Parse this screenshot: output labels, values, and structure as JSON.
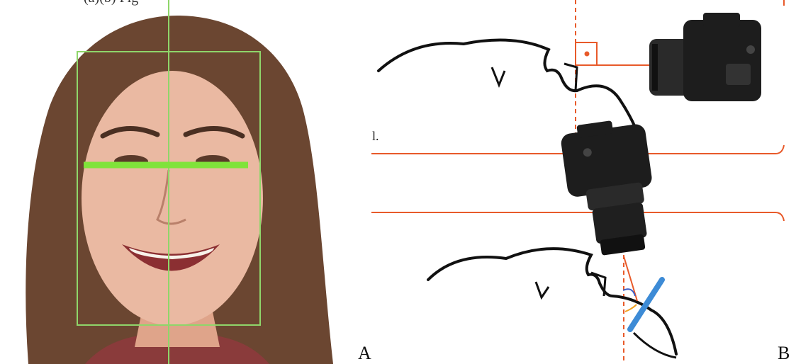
{
  "panels": [
    {
      "id": "A",
      "label": "A"
    },
    {
      "id": "B",
      "label": "B"
    }
  ],
  "top_text_fragment": "(a)(b) Fig",
  "small_mark": "l.",
  "colors": {
    "guide_green": "#8fd66a",
    "eye_line_green": "#7fe33a",
    "reference_orange": "#e85a2a",
    "occlusal_blue": "#3d8bd6",
    "skin": "#e9b8a2",
    "hair": "#6e4a34",
    "camera_body": "#1d1d1d"
  },
  "icons": [
    "face-photo",
    "camera-icon",
    "profile-sketch",
    "right-angle-marker"
  ]
}
